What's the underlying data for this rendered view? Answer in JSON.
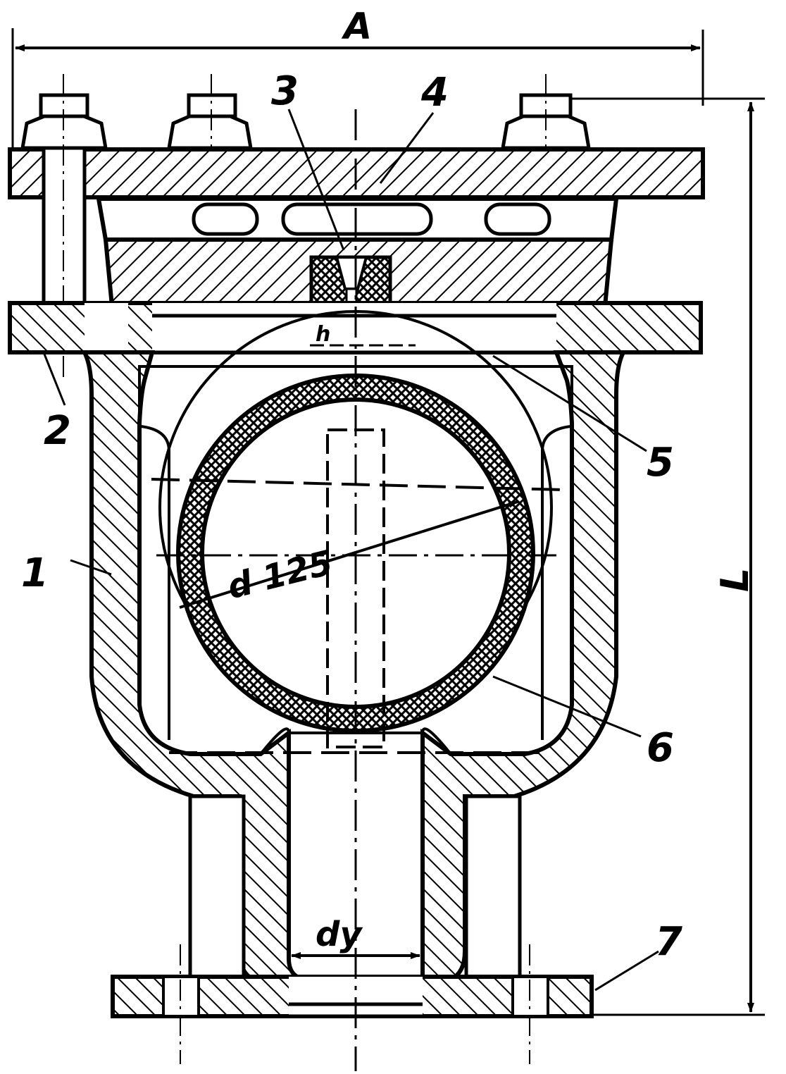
{
  "drawing": {
    "dimensions": {
      "width_label": "A",
      "height_label": "L",
      "bore_label": "dy",
      "ball_label": "d 125",
      "gap_label": "h"
    },
    "callouts": {
      "c1": "1",
      "c2": "2",
      "c3": "3",
      "c4": "4",
      "c5": "5",
      "c6": "6",
      "c7": "7"
    }
  }
}
